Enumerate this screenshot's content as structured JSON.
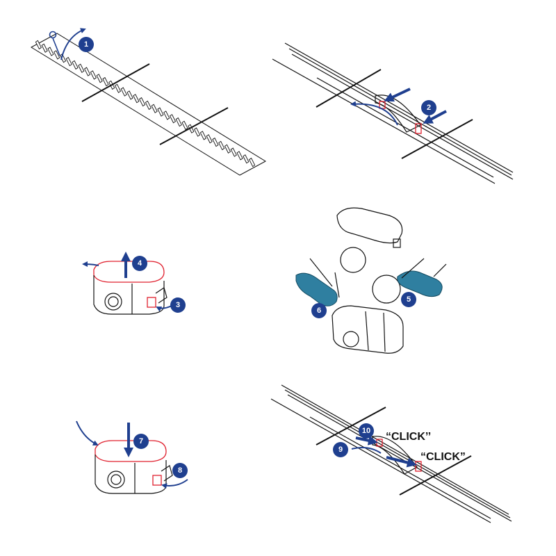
{
  "colors": {
    "step_badge": "#1f3f8f",
    "arrow": "#1f3f8f",
    "highlight": "#e0202e",
    "line_art": "#111111",
    "glove": "#2f7fa0"
  },
  "steps": [
    {
      "number": "1"
    },
    {
      "number": "2"
    },
    {
      "number": "3"
    },
    {
      "number": "4"
    },
    {
      "number": "5"
    },
    {
      "number": "6"
    },
    {
      "number": "7"
    },
    {
      "number": "8"
    },
    {
      "number": "9"
    },
    {
      "number": "10"
    }
  ],
  "labels": {
    "click_upper": "“CLICK’’",
    "click_lower": "“CLICK”"
  }
}
